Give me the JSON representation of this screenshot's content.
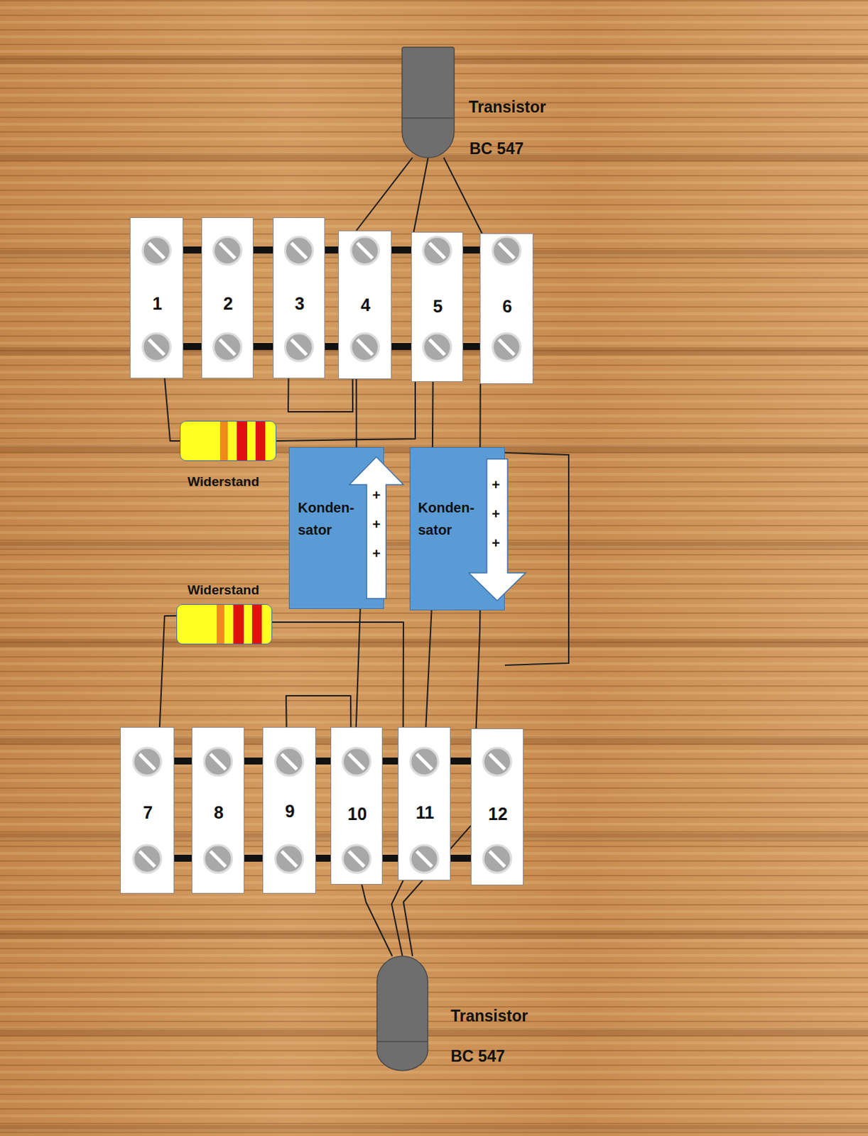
{
  "diagram": {
    "nodes": [
      {
        "text": [
          "Transistor",
          "BC 547"
        ]
      },
      {
        "text": [
          "1"
        ]
      },
      {
        "text": [
          "2"
        ]
      },
      {
        "text": [
          "3"
        ]
      },
      {
        "text": [
          "4"
        ]
      },
      {
        "text": [
          "5"
        ]
      },
      {
        "text": [
          "6"
        ]
      },
      {
        "text": [
          "Widerstand"
        ]
      },
      {
        "text": [
          "Konden- sator",
          "+ + +"
        ]
      },
      {
        "text": [
          "Konden- sator",
          "+ + +"
        ]
      },
      {
        "text": [
          "Widerstand"
        ]
      },
      {
        "text": [
          "7"
        ]
      },
      {
        "text": [
          "8"
        ]
      },
      {
        "text": [
          "9"
        ]
      },
      {
        "text": [
          "10"
        ]
      },
      {
        "text": [
          "11"
        ]
      },
      {
        "text": [
          "12"
        ]
      },
      {
        "text": [
          "Transistor",
          "BC 547"
        ]
      }
    ],
    "edges": [
      {
        "from": 0,
        "to": 4,
        "arrow": "none"
      },
      {
        "from": 0,
        "to": 5,
        "arrow": "none"
      },
      {
        "from": 0,
        "to": 6,
        "arrow": "none"
      },
      {
        "from": 1,
        "to": 7,
        "arrow": "none"
      },
      {
        "from": 7,
        "to": 5,
        "arrow": "none"
      },
      {
        "from": 3,
        "to": 4,
        "arrow": "none"
      },
      {
        "from": 4,
        "to": 8,
        "arrow": "none"
      },
      {
        "from": 5,
        "to": 9,
        "arrow": "none"
      },
      {
        "from": 6,
        "to": 9,
        "arrow": "none"
      },
      {
        "from": 8,
        "to": 14,
        "arrow": "none"
      },
      {
        "from": 10,
        "to": 11,
        "arrow": "none"
      },
      {
        "from": 10,
        "to": 15,
        "arrow": "none"
      },
      {
        "from": 9,
        "to": 15,
        "arrow": "none"
      },
      {
        "from": 9,
        "to": 16,
        "arrow": "none"
      },
      {
        "from": 13,
        "to": 14,
        "arrow": "none"
      },
      {
        "from": 17,
        "to": 14,
        "arrow": "none"
      },
      {
        "from": 17,
        "to": 15,
        "arrow": "none"
      },
      {
        "from": 17,
        "to": 16,
        "arrow": "none"
      }
    ]
  }
}
